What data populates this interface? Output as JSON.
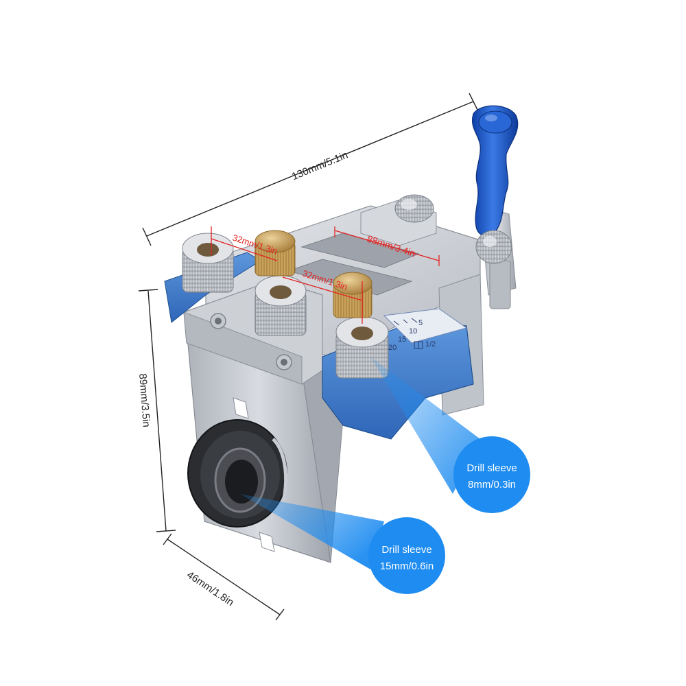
{
  "dimensions": {
    "width": "130mm/5.1in",
    "height": "89mm/3.5in",
    "depth": "46mm/1.8in",
    "spacing_a": "32mm/1.3in",
    "spacing_b": "32mm/1.3in",
    "slot_length": "88mm/3.4in"
  },
  "callouts": {
    "small_sleeve": {
      "title": "Drill sleeve",
      "size": "8mm/0.3in"
    },
    "large_sleeve": {
      "title": "Drill sleeve",
      "size": "15mm/0.6in"
    }
  },
  "scale_labels": [
    "5",
    "10",
    "15",
    "20"
  ],
  "fraction_label": "1/2",
  "colors": {
    "bubble": "#1e8cf0",
    "dimension_red": "#e32222",
    "body_silver": "#c9ccd2",
    "accent_blue": "#3f7fd0",
    "handle_blue": "#1d56c9",
    "brass": "#c9a25c"
  }
}
